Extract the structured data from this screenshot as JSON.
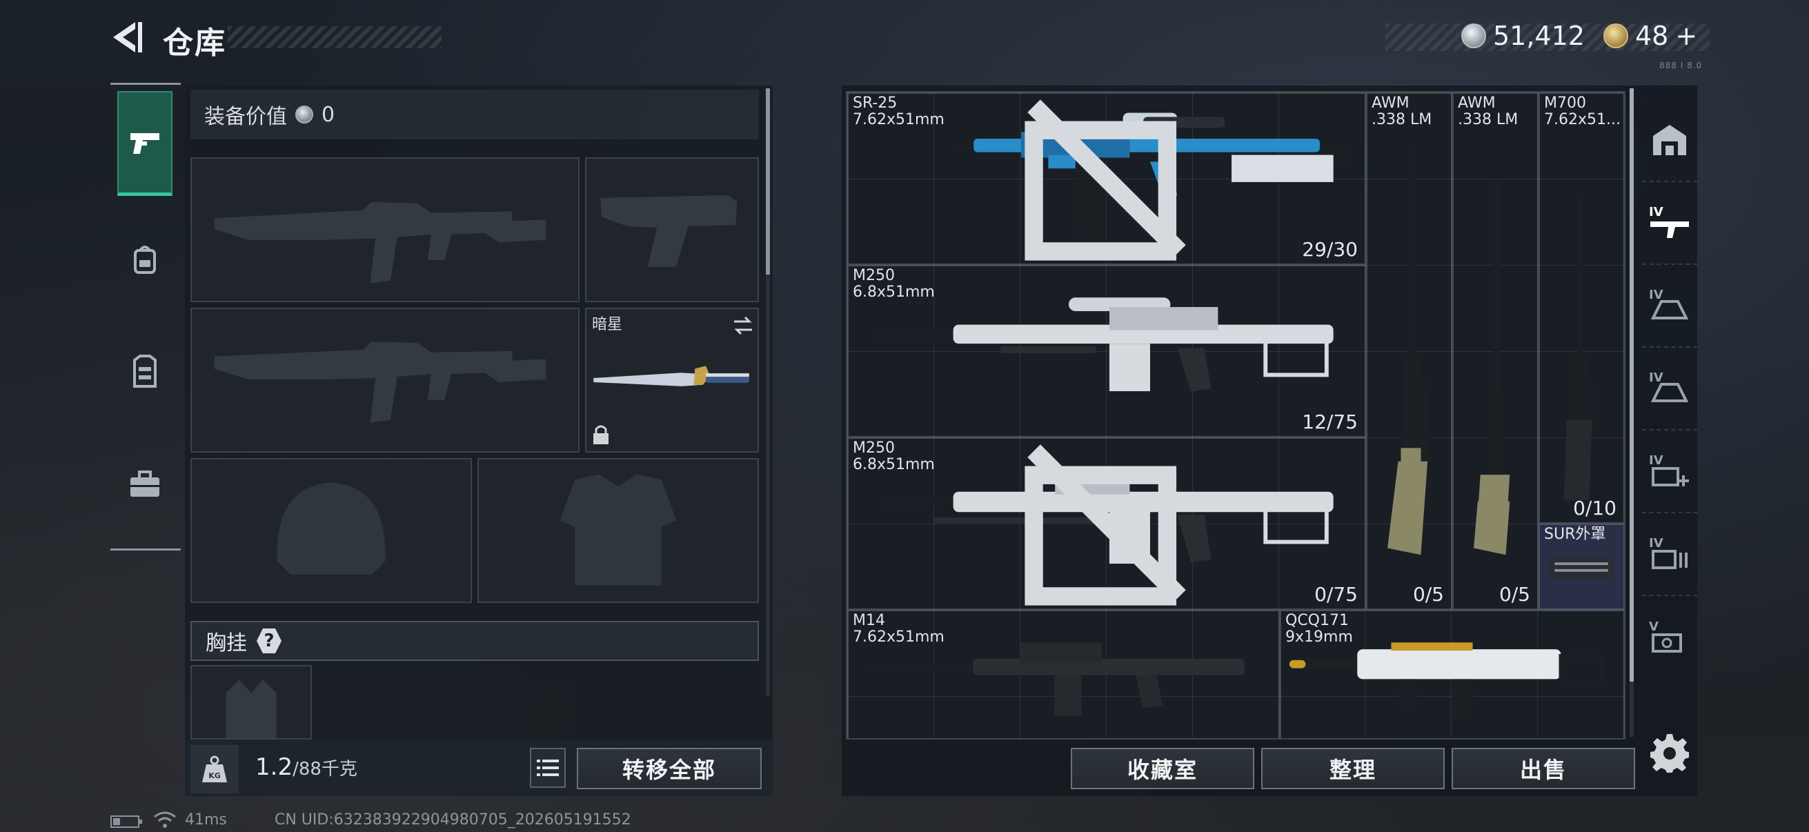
{
  "header": {
    "title": "仓库",
    "silver_amount": "51,412",
    "gold_amount": "48",
    "gold_plus": "+",
    "tiny_status": "888 I 8.0"
  },
  "left": {
    "equip_value_label": "装备价值",
    "equip_value": "0",
    "melee_slot_label": "暗星",
    "chest_label": "胸挂",
    "chest_help": "?",
    "weight_value": "1.2",
    "weight_unit": "/88千克",
    "weight_icon_text": "KG",
    "transfer_all_label": "转移全部"
  },
  "nav": [
    {
      "name": "weapons",
      "icon": "pistol-icon",
      "active": true
    },
    {
      "name": "equipment",
      "icon": "backpack-icon",
      "active": false
    },
    {
      "name": "gear",
      "icon": "vest-icon",
      "active": false
    },
    {
      "name": "supplies",
      "icon": "toolbox-icon",
      "active": false
    }
  ],
  "items": [
    {
      "name": "SR-25",
      "caliber": "7.62x51mm",
      "count": "29/30"
    },
    {
      "name": "M250",
      "caliber": "6.8x51mm",
      "count": "12/75"
    },
    {
      "name": "M250",
      "caliber": "6.8x51mm",
      "count": "0/75"
    },
    {
      "name": "AWM",
      "caliber": ".338 LM",
      "count": "0/5"
    },
    {
      "name": "AWM",
      "caliber": ".338 LM",
      "count": "0/5"
    },
    {
      "name": "M700",
      "caliber": "7.62x51...",
      "count": "0/10"
    },
    {
      "name": "SUR外罩",
      "caliber": "",
      "count": ""
    },
    {
      "name": "M14",
      "caliber": "7.62x51mm",
      "count": ""
    },
    {
      "name": "QCQ171",
      "caliber": "9x19mm",
      "count": ""
    }
  ],
  "rail": [
    {
      "icon": "garage-icon",
      "tier": ""
    },
    {
      "icon": "weapon-filter-icon",
      "tier": "IV"
    },
    {
      "icon": "armor-filter-icon",
      "tier": "IV"
    },
    {
      "icon": "helmet-filter-icon",
      "tier": "IV"
    },
    {
      "icon": "medical-filter-icon",
      "tier": "IV"
    },
    {
      "icon": "ammo-filter-icon",
      "tier": "IV"
    },
    {
      "icon": "misc-filter-icon",
      "tier": "V"
    }
  ],
  "actions": {
    "collection_label": "收藏室",
    "sort_label": "整理",
    "sell_label": "出售"
  },
  "status": {
    "ping": "41ms",
    "uid": "CN UID:632383922904980705_202605191552"
  }
}
